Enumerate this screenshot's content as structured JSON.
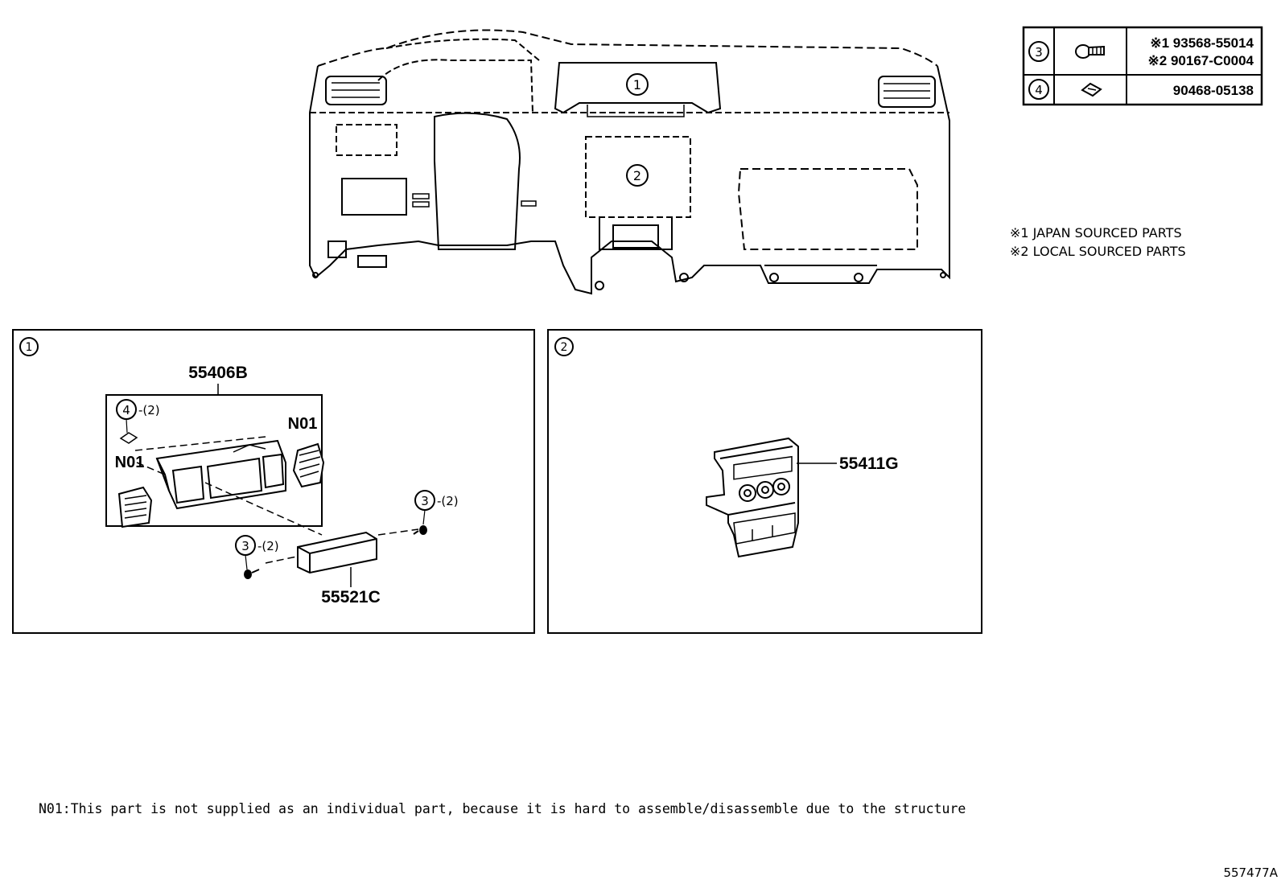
{
  "fastener_table": {
    "rows": [
      {
        "ref": "3",
        "icon": "screw-icon",
        "part_lines": [
          "※1 93568-55014",
          "※2 90167-C0004"
        ]
      },
      {
        "ref": "4",
        "icon": "clip-icon",
        "part_lines": [
          "90468-05138"
        ]
      }
    ]
  },
  "legend": {
    "note1": "※1 JAPAN SOURCED PARTS",
    "note2": "※2 LOCAL SOURCED PARTS"
  },
  "dashboard": {
    "callout1": "1",
    "callout2": "2"
  },
  "detail1": {
    "ref": "1",
    "assembly_part": "55406B",
    "n01_label": "N01",
    "clip_ref": "4",
    "clip_qty": "-(2)",
    "screw_ref": "3",
    "screw_qty": "-(2)",
    "box_part": "55521C"
  },
  "detail2": {
    "ref": "2",
    "panel_part": "55411G"
  },
  "footnote": "N01:This part is not supplied as an individual part, because it is hard to assemble/disassemble due to the structure",
  "drawing_number": "557477A"
}
